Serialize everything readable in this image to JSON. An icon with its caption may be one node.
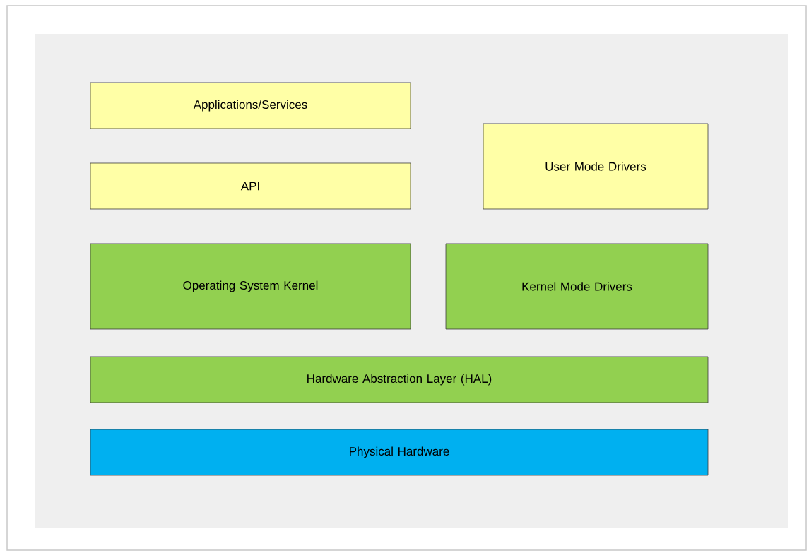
{
  "diagram": {
    "nodes": [
      {
        "text": [
          "Applications/Services"
        ]
      },
      {
        "text": [
          "API"
        ]
      },
      {
        "text": [
          "User Mode Drivers"
        ]
      },
      {
        "text": [
          "Operating System Kernel"
        ]
      },
      {
        "text": [
          "Kernel Mode Drivers"
        ]
      },
      {
        "text": [
          "Hardware Abstraction Layer (HAL)"
        ]
      },
      {
        "text": [
          "Physical Hardware"
        ]
      }
    ]
  }
}
